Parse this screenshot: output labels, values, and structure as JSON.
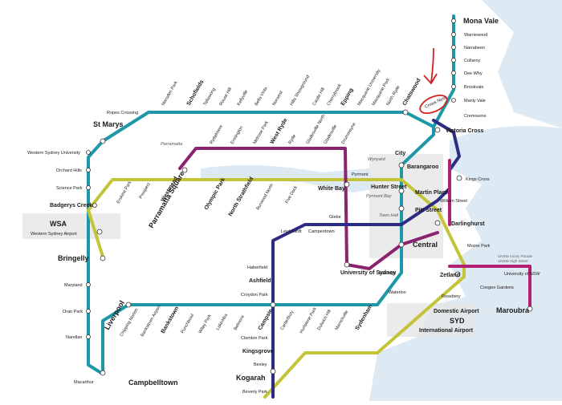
{
  "map": {
    "colors": {
      "water": "#dde9f3",
      "teal": "#1e98a8",
      "yellowgreen": "#c3c43a",
      "purple": "#8a2370",
      "navy": "#2c2c82",
      "magenta": "#b21f73",
      "annotation": "#d42020"
    },
    "labels": {
      "mona_vale": "Mona Vale",
      "warriewood": "Warriewood",
      "narrabeen": "Narrabeen",
      "collaroy": "Collaroy",
      "dee_why": "Dee Why",
      "brookvale": "Brookvale",
      "manly_vale": "Manly Vale",
      "cremourne": "Cremourne",
      "crows_nest": "Crows Nest",
      "victoria_cross": "Victoria Cross",
      "chatswood": "Chatswood",
      "north_ryde": "North Ryde",
      "macquarie_park": "Macquarie Park",
      "macquarie_university": "Macquarie University",
      "epping": "Epping",
      "cherrybrook": "Cherrybrook",
      "castle_hill": "Castle Hill",
      "hills_showground": "Hills Showground",
      "norwest": "Norwest",
      "bella_vista": "Bella Vista",
      "kellyville": "Kellyville",
      "rouse_hill": "Rouse Hill",
      "tallawong": "Tallawong",
      "schofields": "Schofields",
      "marsden_park": "Marsden Park",
      "ropes_crossing": "Ropes Crossing",
      "st_marys": "St Marys",
      "western_sydney_university": "Western Sydney University",
      "orchard_hills": "Orchard Hills",
      "science_park": "Science Park",
      "badgerys_creek": "Badgerys Creek",
      "wsa_code": "WSA",
      "western_sydney_airport": "Western Sydney Airport",
      "bringelly": "Bringelly",
      "maryland": "Maryland",
      "oran_park": "Oran Park",
      "narellan": "Narellan",
      "macarthur": "Macarthur",
      "campbelltown": "Campbelltown",
      "liverpool": "Liverpool",
      "chipping_norton": "Chipping Norton",
      "bankstown_airport": "Bankstown Airport",
      "bankstown": "Bankstown",
      "punchbowl": "Punchbowl",
      "wiley_park": "Wiley Park",
      "lakemba": "Lakemba",
      "belmore": "Belmore",
      "campsie": "Campsie",
      "canterbury": "Canterbury",
      "hurlstone_park": "Hurlstone Park",
      "dulwich_hill": "Dulwich Hill",
      "marrickville": "Marrickville",
      "sydenham": "Sydenham",
      "erskine_park": "Erskine Park",
      "prospect": "Prospect",
      "westmead": "Westmead",
      "parramatta": "Parramatta",
      "parramatta_square": "Parramatta Square",
      "olympic_park": "Olympic Park",
      "north_strathfield": "North Strathfield",
      "burwood_north": "Burwood North",
      "five_dock": "Five Dock",
      "white_bay": "White Bay",
      "pyrmont": "Pyrmont",
      "rydalmere": "Rydalmere",
      "ermington": "Ermington",
      "melrose_park": "Melrose Park",
      "west_ryde": "West Ryde",
      "ryde": "Ryde",
      "gladesville_north": "Gladesville North",
      "gladesville": "Gladesville",
      "drummoyne": "Drummoyne",
      "glebe": "Glebe",
      "city": "City",
      "wynyard": "Wynyard",
      "barangaroo": "Barangaroo",
      "hunter_street": "Hunter Street",
      "martin_place": "Martin Place",
      "pyrmont_bay": "Pyrmont Bay",
      "town_hall": "Town Hall",
      "pitt_street": "Pitt Street",
      "william_street": "William Street",
      "kings_cross": "Kings Cross",
      "darlinghurst": "Darlinghurst",
      "central": "Central",
      "moore_park": "Moore Park",
      "unsw_anzac": "UNSW Anzac Parade",
      "unsw_high": "UNSW High Street",
      "university_of_nsw": "University of NSW",
      "coogee_gardens": "Coogee Gardens",
      "maroubra": "Maroubra",
      "zetland": "Zetland",
      "rosebery": "Rosebery",
      "domestic_airport": "Domestic Airport",
      "syd_code": "SYD",
      "international_airport": "International Airport",
      "waterloo": "Waterloo",
      "eveleigh": "Eveleigh",
      "university_of_sydney": "University of Sydney",
      "camperdown": "Camperdown",
      "leichhardt": "Leichhardt",
      "haberfield": "Haberfield",
      "ashfield": "Ashfield",
      "croydon_park": "Croydon Park",
      "clemton_park": "Clemton Park",
      "kingsgrove": "Kingsgrove",
      "bexley": "Bexley",
      "kogarah": "Kogarah",
      "beverly_park": "Beverly Park"
    }
  }
}
